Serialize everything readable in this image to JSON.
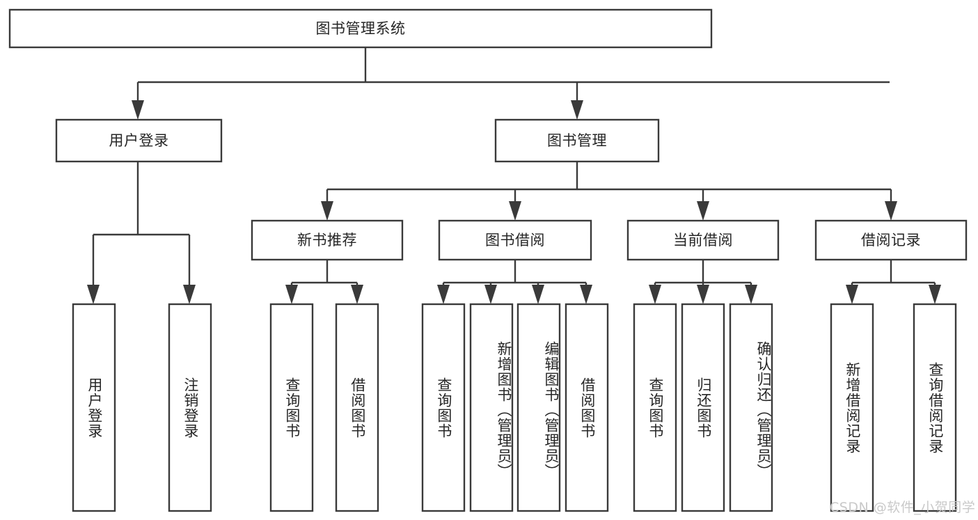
{
  "diagram": {
    "title": "图书管理系统",
    "type": "functional-structure-tree",
    "background_color": "#ffffff",
    "line_color": "#3a3a3a",
    "text_color": "#262626"
  },
  "root": {
    "label": "图书管理系统"
  },
  "level2": [
    {
      "label": "用户登录"
    },
    {
      "label": "图书管理"
    }
  ],
  "level3": [
    {
      "label": "新书推荐"
    },
    {
      "label": "图书借阅"
    },
    {
      "label": "当前借阅"
    },
    {
      "label": "借阅记录"
    }
  ],
  "leaves": {
    "user_login": [
      {
        "label": "用户登录"
      },
      {
        "label": "注销登录"
      }
    ],
    "new_book_recommend": [
      {
        "label": "查询图书"
      },
      {
        "label": "借阅图书"
      }
    ],
    "book_borrow": [
      {
        "label": "查询图书"
      },
      {
        "label": "新增图书（管理员）"
      },
      {
        "label": "编辑图书（管理员）"
      },
      {
        "label": "借阅图书"
      }
    ],
    "current_borrow": [
      {
        "label": "查询图书"
      },
      {
        "label": "归还图书"
      },
      {
        "label": "确认归还（管理员）"
      }
    ],
    "borrow_record": [
      {
        "label": "新增借阅记录"
      },
      {
        "label": "查询借阅记录"
      }
    ]
  },
  "watermark": {
    "text": "CSDN @软件_小贺同学"
  }
}
